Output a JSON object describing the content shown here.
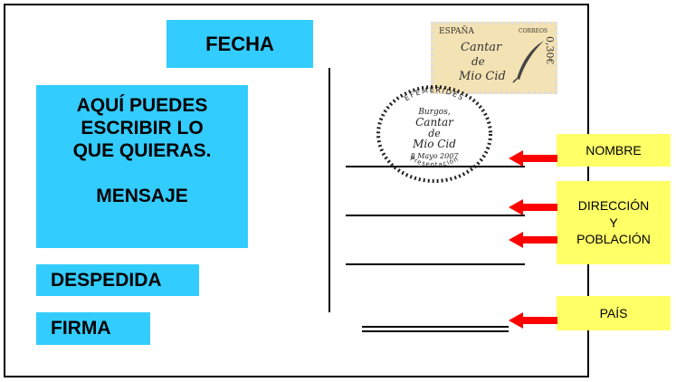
{
  "boxes": {
    "fecha": "FECHA",
    "mensaje_lines": [
      "AQUÍ PUEDES",
      "ESCRIBIR LO",
      "QUE QUIERAS."
    ],
    "mensaje_title": "MENSAJE",
    "despedida": "DESPEDIDA",
    "firma": "FIRMA"
  },
  "labels": {
    "nombre": "NOMBRE",
    "direccion_lines": [
      "DIRECCIÓN",
      "Y",
      "POBLACIÓN"
    ],
    "pais": "PAÍS"
  },
  "stamp": {
    "country": "ESPAÑA",
    "issuer": "CORREOS",
    "title_lines": [
      "Cantar",
      "de",
      "Mio Cid"
    ],
    "value": "0,30€"
  },
  "postmark": {
    "top_text": "EFEMÉRIDES",
    "lines": [
      "Burgos,",
      "Cantar",
      "de",
      "Mio Cid",
      "8 Mayo 2007"
    ],
    "bottom_text": "Presentación"
  },
  "colors": {
    "box": "#33ccff",
    "label": "#ffff66",
    "arrow": "#ff0000"
  }
}
